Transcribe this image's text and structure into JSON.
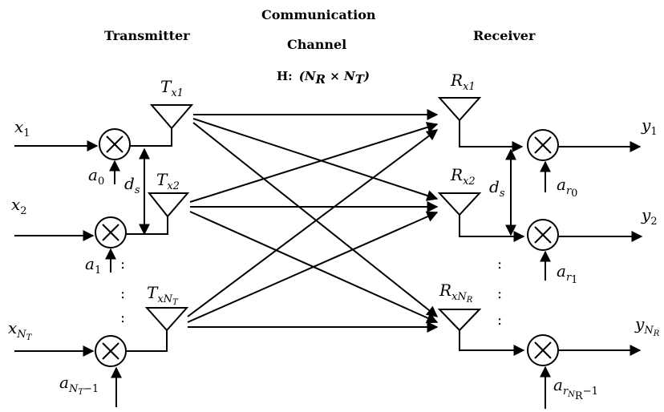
{
  "headers": {
    "transmitter": "Transmitter",
    "channel_line1": "Communication",
    "channel_line2": "Channel",
    "receiver": "Receiver",
    "matrix_prefix": "H:",
    "matrix_dims": "(N",
    "matrix_r": "R",
    "matrix_times": " × N",
    "matrix_t": "T",
    "matrix_close": ")"
  },
  "inputs": [
    {
      "base": "x",
      "sub": "1"
    },
    {
      "base": "x",
      "sub": "2"
    },
    {
      "base": "x",
      "sub": "N",
      "subsub": "T"
    }
  ],
  "tx_weights": [
    {
      "base": "a",
      "sub": "0"
    },
    {
      "base": "a",
      "sub": "1"
    },
    {
      "base": "a",
      "sub": "N",
      "subsub": "T",
      "tail": "−1"
    }
  ],
  "tx_antennas": [
    {
      "base": "T",
      "sub": "x1"
    },
    {
      "base": "T",
      "sub": "x2"
    },
    {
      "base": "T",
      "sub": "xN",
      "subsub": "T"
    }
  ],
  "rx_antennas": [
    {
      "base": "R",
      "sub": "x1"
    },
    {
      "base": "R",
      "sub": "x2"
    },
    {
      "base": "R",
      "sub": "xN",
      "subsub": "R"
    }
  ],
  "rx_weights": [
    {
      "base": "a",
      "sub": "r",
      "subsub": "0"
    },
    {
      "base": "a",
      "sub": "r",
      "subsub": "1"
    },
    {
      "base": "a",
      "sub": "r",
      "subsub": "N",
      "tail": "R",
      "tail2": "−1"
    }
  ],
  "outputs": [
    {
      "base": "y",
      "sub": "1"
    },
    {
      "base": "y",
      "sub": "2"
    },
    {
      "base": "y",
      "sub": "N",
      "subsub": "R"
    }
  ],
  "spacing_label": {
    "base": "d",
    "sub": "s"
  },
  "ellipsis": ":"
}
